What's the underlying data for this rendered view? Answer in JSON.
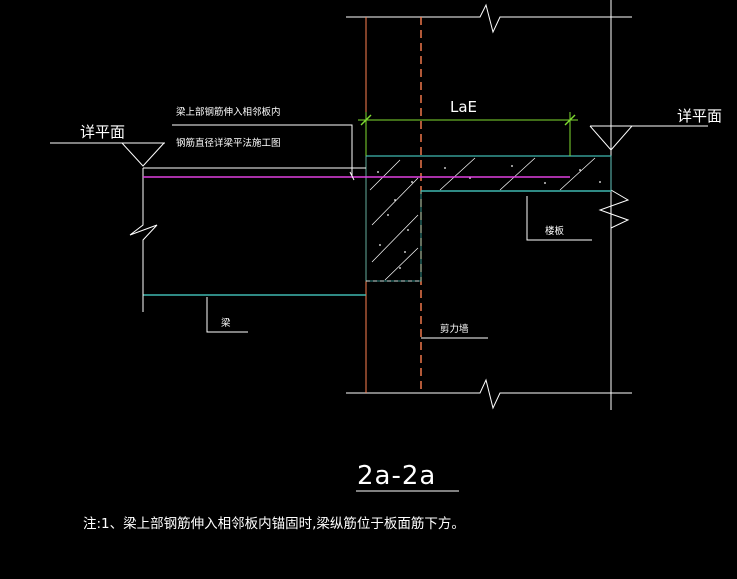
{
  "labels": {
    "detail_plan_left": "详平面",
    "detail_plan_right": "详平面",
    "anchor_length": "LaE",
    "note_line1": "梁上部钢筋伸入相邻板内",
    "note_line2": "钢筋直径详梁平法施工图",
    "slab": "楼板",
    "beam": "梁",
    "shear_wall": "剪力墙",
    "section_title": "2a-2a",
    "footnote": "注:1、梁上部钢筋伸入相邻板内锚固时,梁纵筋位于板面筋下方。"
  },
  "colors": {
    "background": "#000000",
    "line_white": "#ffffff",
    "wall_orange": "#ff7f50",
    "slab_cyan": "#3fb8af",
    "rebar_magenta": "#e040e0",
    "dimension_green": "#7fdc30"
  }
}
